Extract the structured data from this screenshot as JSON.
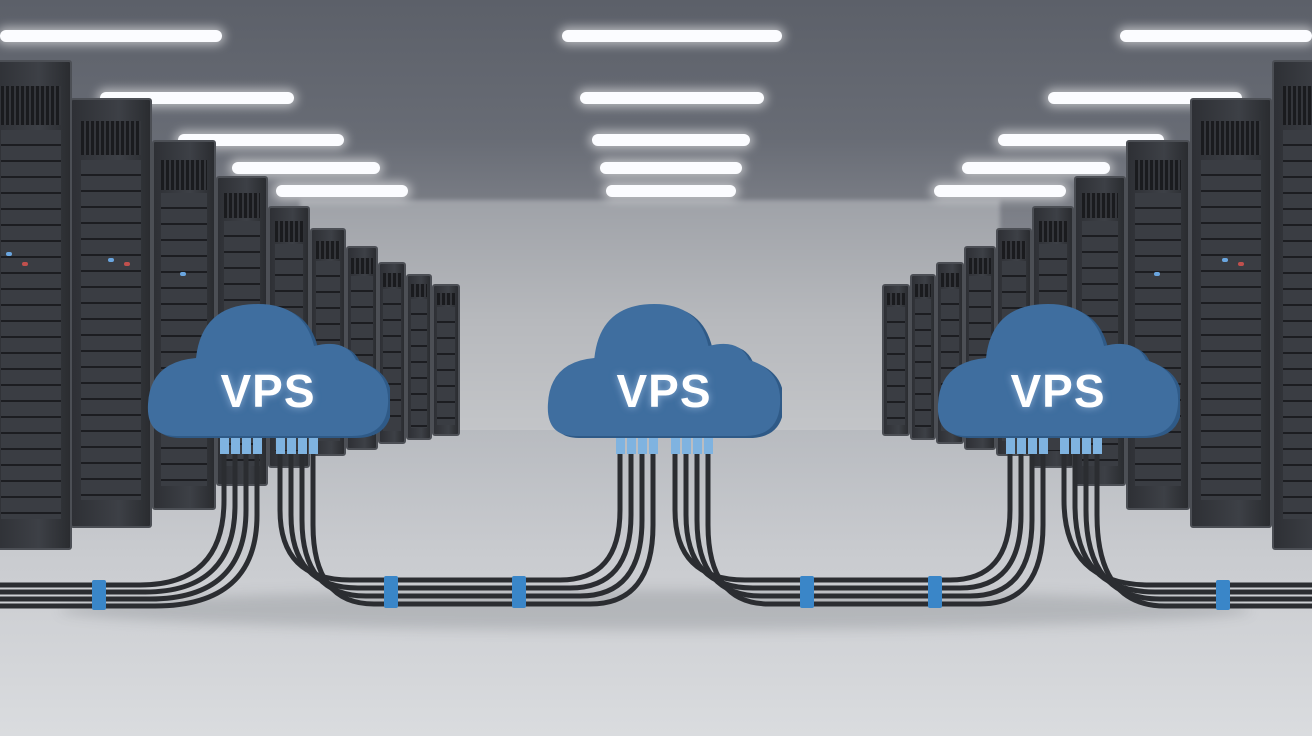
{
  "scene": {
    "description": "3D render of a server room with three blue cloud icons labeled VPS connected by black cables with blue clips",
    "colors": {
      "cloud_blue": "#3f6e9f",
      "cloud_blue_dark": "#2f5a87",
      "connector_blue": "#7fb3e0",
      "cable_black": "#2b2d31",
      "clip_blue": "#3a86c8",
      "ceiling_light": "#fbfcff",
      "led_blue": "#6aa6e0",
      "led_red": "#c0504d"
    }
  },
  "clouds": [
    {
      "label": "VPS",
      "position": "left"
    },
    {
      "label": "VPS",
      "position": "center"
    },
    {
      "label": "VPS",
      "position": "right"
    }
  ]
}
